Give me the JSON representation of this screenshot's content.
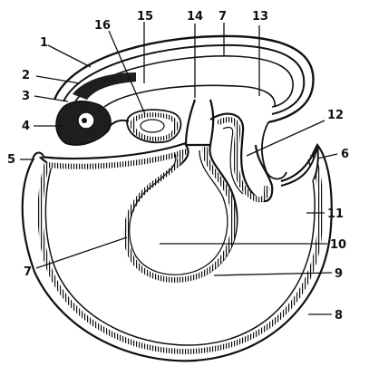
{
  "labels": {
    "l1": "1",
    "l2": "2",
    "l3": "3",
    "l4": "4",
    "l5": "5",
    "l6": "6",
    "l7a": "7",
    "l7b": "7",
    "l8": "8",
    "l9": "9",
    "l10": "10",
    "l11": "11",
    "l12": "12",
    "l13": "13",
    "l14": "14",
    "l15": "15",
    "l16": "16"
  },
  "colors": {
    "ink": "#111111",
    "paper": "#ffffff",
    "dark_tissue": "#1e1e1e"
  }
}
